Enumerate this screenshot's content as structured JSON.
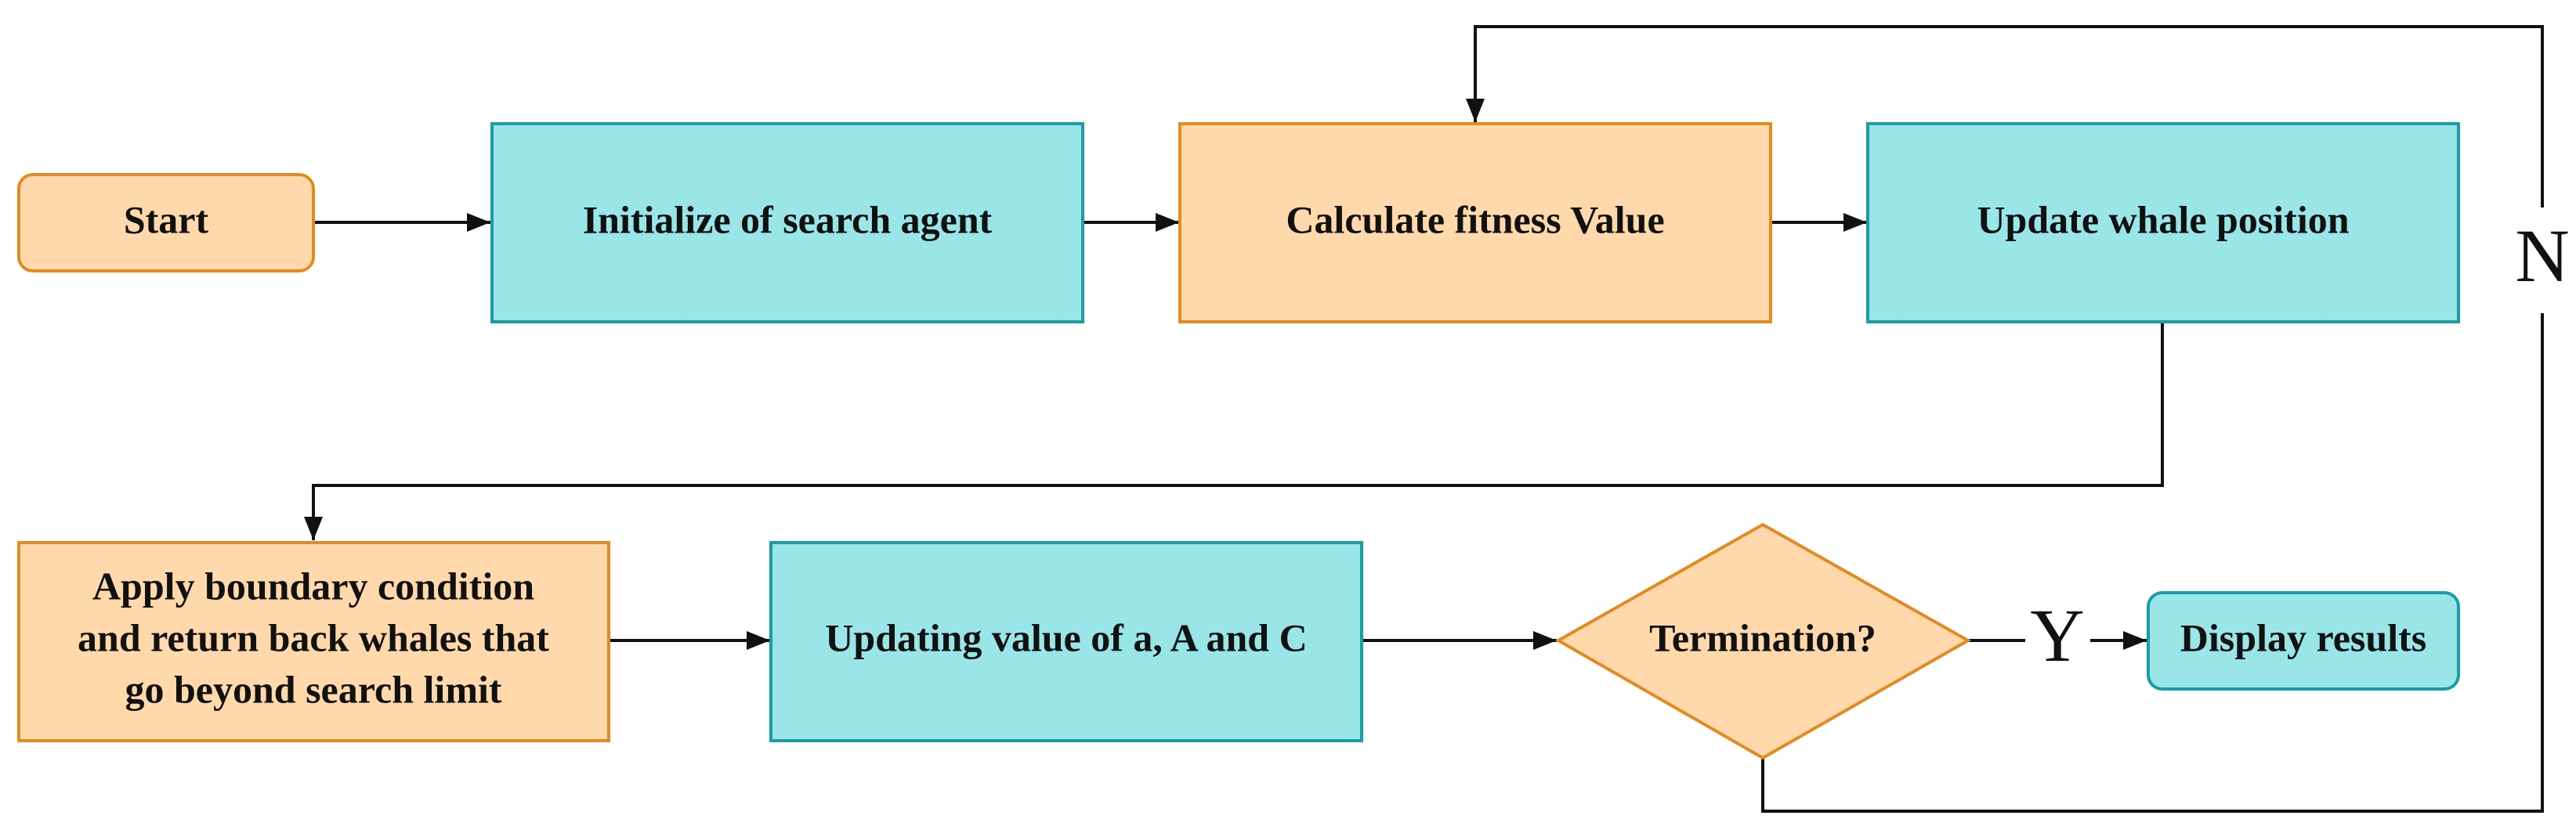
{
  "colors": {
    "orange_fill": "#ffd9ab",
    "orange_stroke": "#e38a22",
    "teal_fill": "#9ae5e8",
    "teal_stroke": "#1a9ea5",
    "line": "#111111"
  },
  "nodes": {
    "start": "Start",
    "init": "Initialize of search agent",
    "fitness": "Calculate fitness Value",
    "update": "Update whale position",
    "boundary": [
      "Apply boundary condition",
      "and return back whales that",
      "go beyond search limit"
    ],
    "updating": "Updating value of a, A and C",
    "termination": "Termination?",
    "display": "Display results"
  },
  "edge_labels": {
    "yes": "Y",
    "no": "N"
  }
}
